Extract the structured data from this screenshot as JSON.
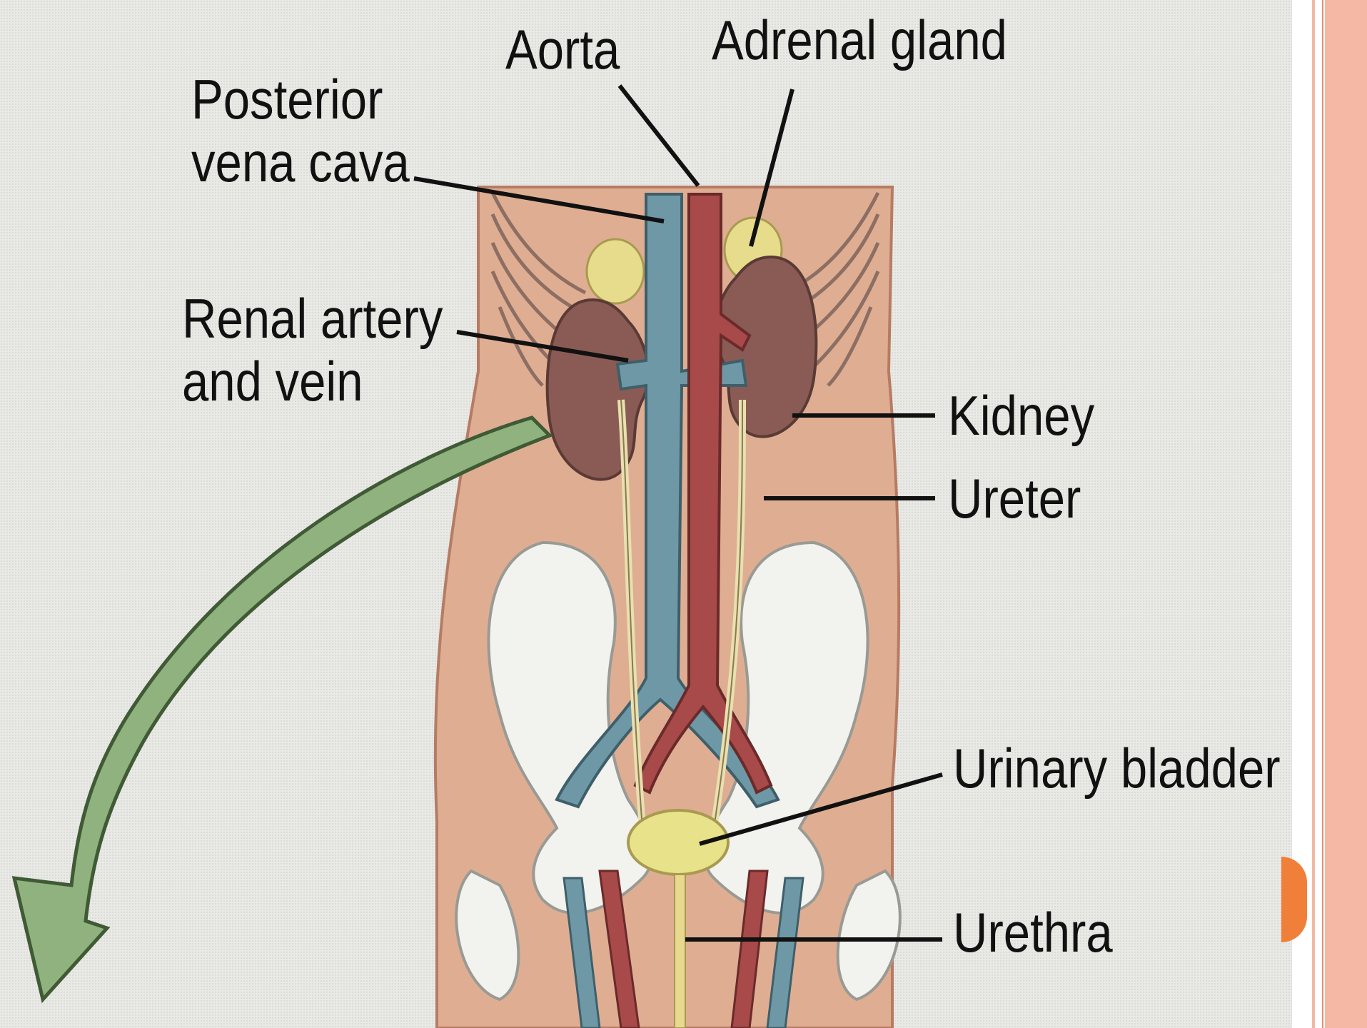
{
  "labels": {
    "posterior_vena_cava": "Posterior\nvena cava",
    "aorta": "Aorta",
    "adrenal_gland": "Adrenal gland",
    "renal_artery_and_vein": "Renal artery\nand vein",
    "kidney": "Kidney",
    "ureter": "Ureter",
    "urinary_bladder": "Urinary bladder",
    "urethra": "Urethra"
  },
  "colors": {
    "accent_orange": "#f07f3a",
    "accent_light": "#f4b8a4",
    "accent_line": "#e8906f",
    "arrow_green": "#8fb27f",
    "vein_blue": "#6f98a6",
    "artery_red": "#a8494a",
    "kidney_brown": "#8a5b54",
    "body_tan": "#dfae92",
    "bone_white": "#f2f2ee",
    "bladder_yellow": "#e8e38a"
  }
}
